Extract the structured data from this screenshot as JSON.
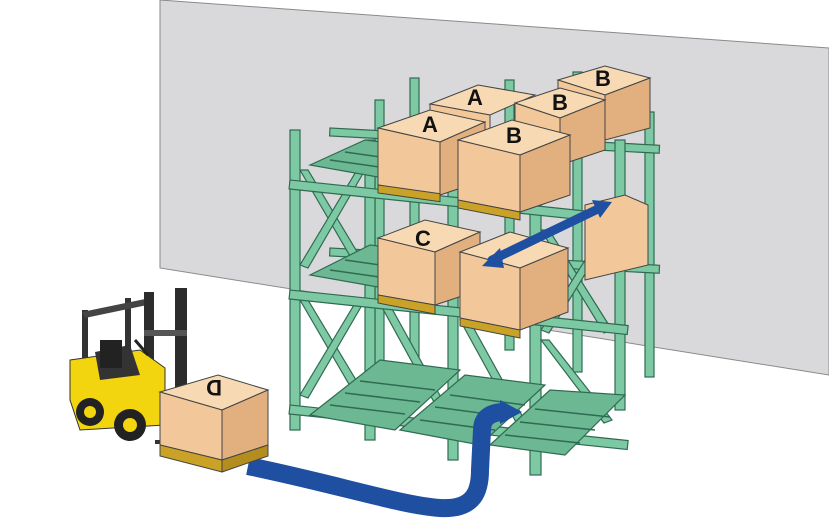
{
  "boxes": [
    {
      "id": "box-back-left-top",
      "label": "A"
    },
    {
      "id": "box-back-right-top",
      "label": "B"
    },
    {
      "id": "box-mid-right-top",
      "label": "B"
    },
    {
      "id": "box-front-left-top",
      "label": "A"
    },
    {
      "id": "box-front-right-top",
      "label": "B"
    },
    {
      "id": "box-front-left-middle",
      "label": "C"
    },
    {
      "id": "box-on-forklift",
      "label": "D"
    }
  ],
  "colors": {
    "wall": "#d9d9db",
    "rack_green": "#7dc9a3",
    "rack_edge": "#2f6b52",
    "box_face": "#f2c89a",
    "box_top": "#f7dab4",
    "box_side": "#e2b07e",
    "pallet": "#c9a227",
    "arrow_blue": "#1f4fa0",
    "forklift_yellow": "#f2d40f",
    "forklift_dark": "#333333"
  },
  "icons": {
    "forklift": "forklift-icon",
    "flow_arrow": "flow-arrow-icon",
    "double_arrow": "double-arrow-icon"
  }
}
